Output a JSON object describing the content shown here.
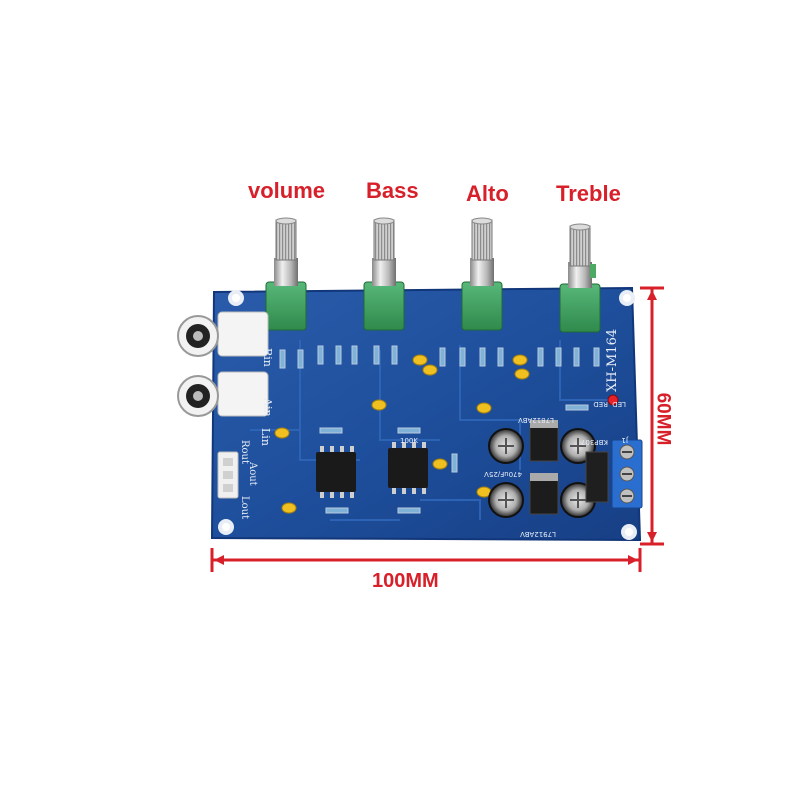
{
  "labels": {
    "volume": "volume",
    "bass": "Bass",
    "alto": "Alto",
    "treble": "Treble"
  },
  "dimensions": {
    "width": "100MM",
    "height": "60MM"
  },
  "board": {
    "model": "XH-M164",
    "inputs": [
      "Rin",
      "Ain",
      "Lin"
    ],
    "outputs": [
      "Rout",
      "Aout",
      "Lout"
    ],
    "led_label": "LED",
    "red_label": "RED",
    "regulators": [
      "L7812ABV",
      "L7912ABV"
    ],
    "pot_value": "100K",
    "cap_value": "470uF/25V",
    "connector": "J1",
    "bridge": "KBP307"
  },
  "colors": {
    "label_red": "#d8202a",
    "pcb_blue": "#1e4f9c",
    "pot_green": "#3a9a5a"
  }
}
